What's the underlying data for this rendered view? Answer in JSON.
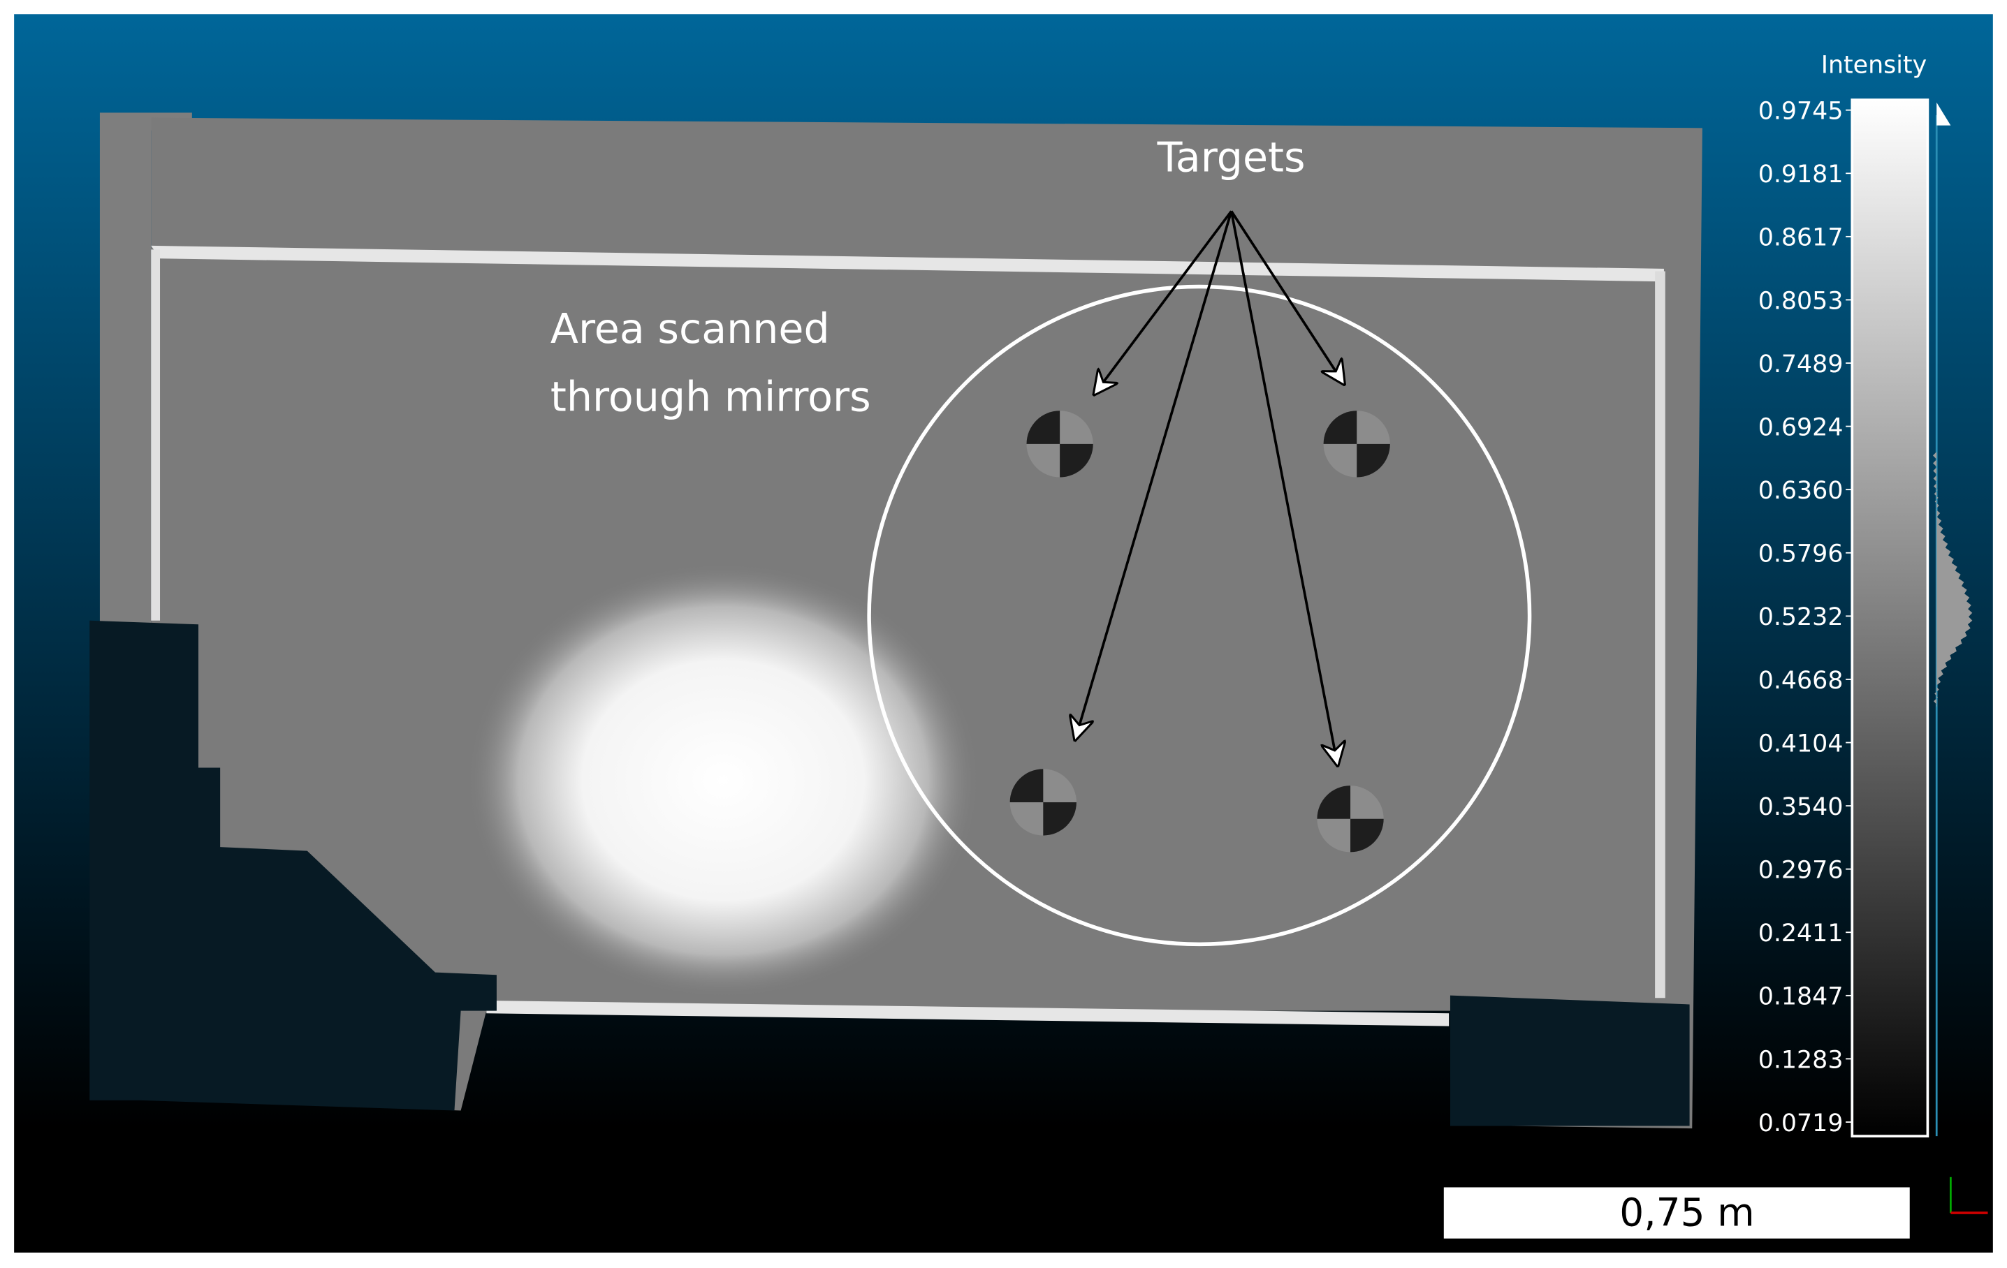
{
  "annotations": {
    "targets_label": "Targets",
    "area_label_line1": "Area scanned",
    "area_label_line2": "through mirrors"
  },
  "colorbar": {
    "title": "Intensity",
    "ticks": [
      "0.9745",
      "0.9181",
      "0.8617",
      "0.8053",
      "0.7489",
      "0.6924",
      "0.6360",
      "0.5796",
      "0.5232",
      "0.4668",
      "0.4104",
      "0.3540",
      "0.2976",
      "0.2411",
      "0.1847",
      "0.1283",
      "0.0719"
    ],
    "min": 0.0719,
    "max": 0.9745,
    "histogram_peak": 0.5232
  },
  "scale_bar": {
    "label": "0,75 m"
  },
  "colors": {
    "background_top": "#006699",
    "background_bottom": "#000000",
    "axis_x": "#cc0000",
    "axis_y": "#00aa00",
    "annotation": "#ffffff"
  }
}
